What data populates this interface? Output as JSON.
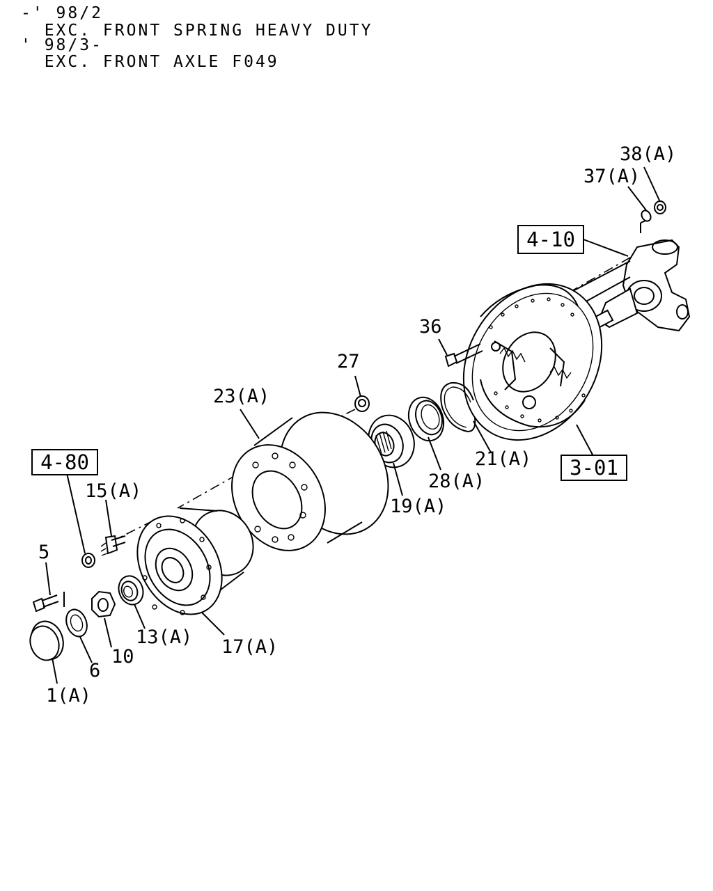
{
  "notes": [
    "-' 98/2",
    "  EXC. FRONT SPRING HEAVY DUTY",
    "' 98/3-",
    "  EXC. FRONT AXLE F049"
  ],
  "reference_boxes": [
    "4-10",
    "4-80",
    "3-01"
  ],
  "callouts": [
    "38(A)",
    "37(A)",
    "36",
    "27",
    "23(A)",
    "21(A)",
    "28(A)",
    "19(A)",
    "15(A)",
    "5",
    "13(A)",
    "17(A)",
    "10",
    "6",
    "1(A)"
  ]
}
